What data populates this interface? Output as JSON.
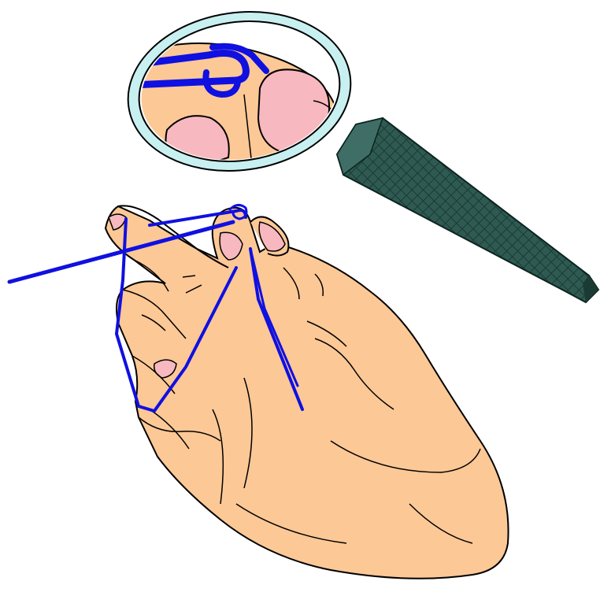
{
  "illustration": {
    "subject": "",
    "colors": {
      "background": "#ffffff",
      "skin": "#fcc896",
      "nail": "#f8b8c0",
      "outline": "#000000",
      "string": "#1010e0",
      "lens_rim": "#c8f0f0",
      "handle": "#2e5a52",
      "handle_dark": "#1c3a34"
    },
    "icons": [
      "magnifying-glass",
      "hand",
      "string"
    ]
  }
}
